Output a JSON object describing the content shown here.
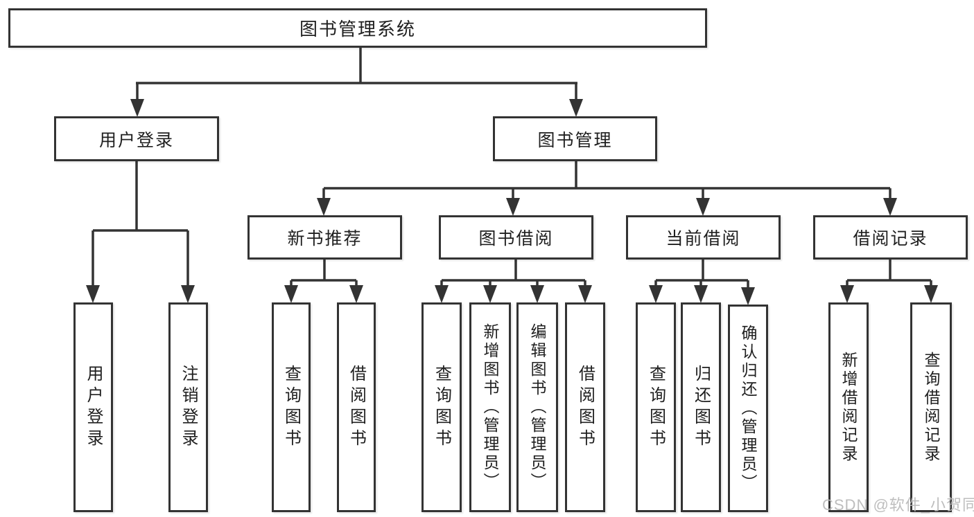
{
  "diagram": {
    "root": {
      "label": "图书管理系统"
    },
    "level2": [
      {
        "id": "user-login",
        "label": "用户登录"
      },
      {
        "id": "book-management",
        "label": "图书管理"
      }
    ],
    "level3": [
      {
        "id": "new-book-recommend",
        "label": "新书推荐",
        "parent": "图书管理"
      },
      {
        "id": "book-borrow",
        "label": "图书借阅",
        "parent": "图书管理"
      },
      {
        "id": "current-borrow",
        "label": "当前借阅",
        "parent": "图书管理"
      },
      {
        "id": "borrow-records",
        "label": "借阅记录",
        "parent": "图书管理"
      }
    ],
    "leaves": [
      {
        "id": "user-login-action",
        "label": "用户登录",
        "parent": "用户登录"
      },
      {
        "id": "logout-action",
        "label": "注销登录",
        "parent": "用户登录"
      },
      {
        "id": "query-books-recommend",
        "label": "查询图书",
        "parent": "新书推荐"
      },
      {
        "id": "borrow-books-recommend",
        "label": "借阅图书",
        "parent": "新书推荐"
      },
      {
        "id": "query-books-borrow",
        "label": "查询图书",
        "parent": "图书借阅"
      },
      {
        "id": "add-books-admin",
        "label": "新增图书（管理员）",
        "parent": "图书借阅"
      },
      {
        "id": "edit-books-admin",
        "label": "编辑图书（管理员）",
        "parent": "图书借阅"
      },
      {
        "id": "borrow-books-borrow",
        "label": "借阅图书",
        "parent": "图书借阅"
      },
      {
        "id": "query-books-current",
        "label": "查询图书",
        "parent": "当前借阅"
      },
      {
        "id": "return-books",
        "label": "归还图书",
        "parent": "当前借阅"
      },
      {
        "id": "confirm-return-admin",
        "label": "确认归还（管理员）",
        "parent": "当前借阅"
      },
      {
        "id": "add-borrow-record",
        "label": "新增借阅记录",
        "parent": "借阅记录"
      },
      {
        "id": "query-borrow-record",
        "label": "查询借阅记录",
        "parent": "借阅记录"
      }
    ],
    "watermark": "CSDN @软件_小贺同学"
  },
  "colors": {
    "line": "#333333",
    "text": "#1f1f1f",
    "background": "#ffffff",
    "watermark": "#b9b9b9"
  }
}
